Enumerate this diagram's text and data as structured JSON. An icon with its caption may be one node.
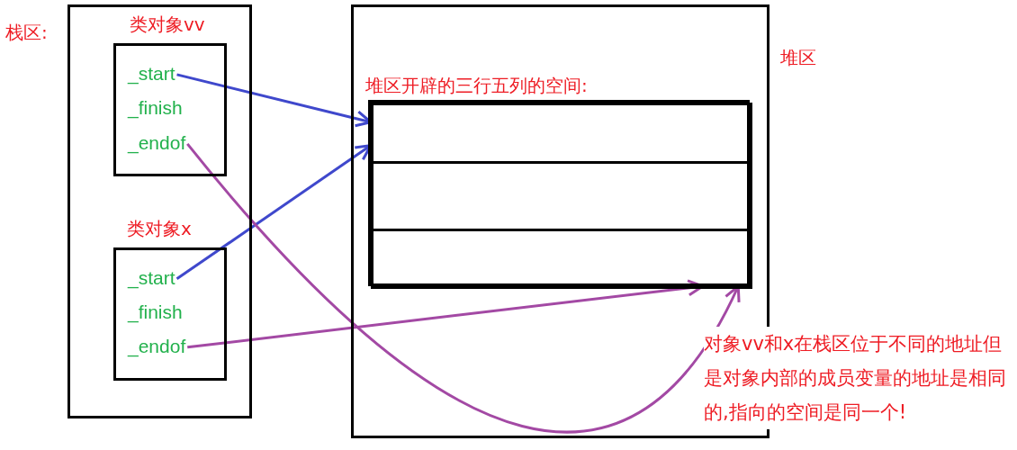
{
  "diagram": {
    "nodes": [
      {
        "text": [
          "栈区:"
        ]
      },
      {
        "text": [
          "堆区"
        ]
      },
      {
        "text": [
          "类对象vv"
        ],
        "in": 0
      },
      {
        "text": [
          "_start"
        ],
        "in": 2
      },
      {
        "text": [
          "_finish"
        ],
        "in": 2
      },
      {
        "text": [
          "_endof"
        ],
        "in": 2
      },
      {
        "text": [
          "类对象x"
        ],
        "in": 0
      },
      {
        "text": [
          "_start"
        ],
        "in": 6
      },
      {
        "text": [
          "_finish"
        ],
        "in": 6
      },
      {
        "text": [
          "_endof"
        ],
        "in": 6
      },
      {
        "text": [
          "堆区开辟的三行五列的空间:"
        ],
        "in": 1
      },
      {
        "text": [],
        "shape": "box",
        "in": 10
      },
      {
        "text": [],
        "shape": "box",
        "in": 10
      },
      {
        "text": [],
        "shape": "box",
        "in": 10
      }
    ],
    "edges": [
      {
        "from": 3,
        "to": 11,
        "arrow": "to"
      },
      {
        "from": 7,
        "to": 11,
        "arrow": "to"
      },
      {
        "from": 5,
        "to": 10,
        "arrow": "to",
        "color": "#a349a4"
      },
      {
        "from": 9,
        "to": 10,
        "arrow": "to",
        "color": "#a349a4"
      }
    ],
    "labels": [
      "对象vv和x在栈区位于不同的地址但是对象内部的成员变量的地址是相同的,指向的空间是同一个!"
    ]
  }
}
